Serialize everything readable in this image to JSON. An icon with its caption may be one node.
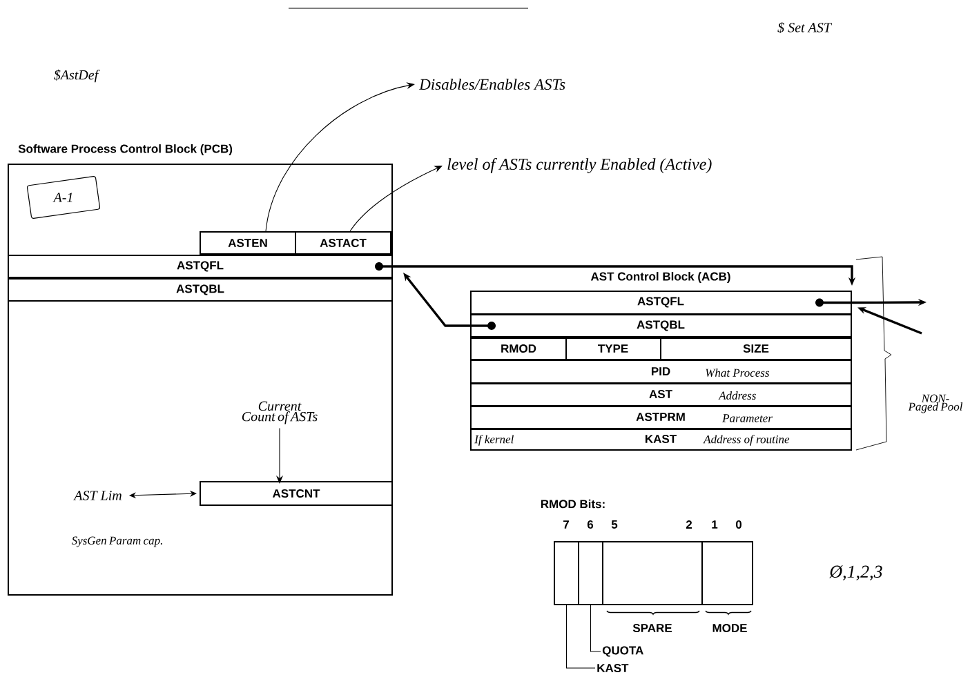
{
  "diagram": {
    "nodes": [
      {
        "text": [
          "Software Process Control Block (PCB)"
        ]
      },
      {
        "text": [
          "A-1"
        ],
        "in": 0
      },
      {
        "text": [
          "ASTEN"
        ],
        "in": 0
      },
      {
        "text": [
          "ASTACT"
        ],
        "in": 0
      },
      {
        "text": [
          "ASTQFL"
        ],
        "in": 0
      },
      {
        "text": [
          "ASTQBL"
        ],
        "in": 0
      },
      {
        "text": [
          "ASTCNT"
        ],
        "in": 0
      },
      {
        "text": [
          "AST Control Block (ACB)"
        ]
      },
      {
        "text": [
          "ASTQFL"
        ]
      },
      {
        "text": [
          "ASTQBL"
        ]
      },
      {
        "text": [
          "RMOD"
        ]
      },
      {
        "text": [
          "TYPE"
        ]
      },
      {
        "text": [
          "SIZE"
        ]
      },
      {
        "text": [
          "PID",
          "What Process"
        ]
      },
      {
        "text": [
          "AST",
          "Address"
        ]
      },
      {
        "text": [
          "ASTPRM",
          "Parameter"
        ]
      },
      {
        "text": [
          "If kernel",
          "KAST",
          "Address of routine"
        ]
      },
      {
        "text": [
          "Disables/Enables ASTs"
        ]
      },
      {
        "text": [
          "level of ASTs currently Enabled (Active)"
        ]
      },
      {
        "text": [
          "Current Count of ASTs"
        ],
        "in": 0
      },
      {
        "text": [
          "AST Lim"
        ],
        "in": 0
      },
      {
        "text": [],
        "shape": "box"
      },
      {
        "text": [],
        "shape": "box"
      },
      {
        "text": [],
        "shape": "box"
      },
      {
        "text": [],
        "shape": "box"
      },
      {
        "text": [
          "QUOTA"
        ]
      },
      {
        "text": [
          "KAST"
        ]
      }
    ],
    "edges": [
      {
        "from": 2,
        "to": 17,
        "arrow": "to"
      },
      {
        "from": 3,
        "to": 18,
        "arrow": "to"
      },
      {
        "from": 4,
        "to": 8,
        "arrow": "to",
        "style": "thick"
      },
      {
        "from": 9,
        "to": 4,
        "arrow": "to",
        "style": "thick"
      },
      {
        "from": 8,
        "to": null,
        "arrow": "to",
        "style": "thick"
      },
      {
        "from": null,
        "to": 8,
        "arrow": "to",
        "style": "thick"
      },
      {
        "from": 19,
        "to": 6,
        "arrow": "to"
      },
      {
        "from": 20,
        "to": 6,
        "arrow": "both"
      },
      {
        "from": 25,
        "to": 22,
        "arrow": "none"
      },
      {
        "from": 26,
        "to": 21,
        "arrow": "none"
      }
    ],
    "labels": [
      "$AstDef",
      "$ Set AST",
      "SysGen Param cap.",
      "NON-Paged Pool",
      "RMOD Bits:",
      "7",
      "6",
      "5",
      "2",
      "1",
      "0",
      "SPARE",
      "MODE",
      "Ø,1,2,3"
    ]
  }
}
